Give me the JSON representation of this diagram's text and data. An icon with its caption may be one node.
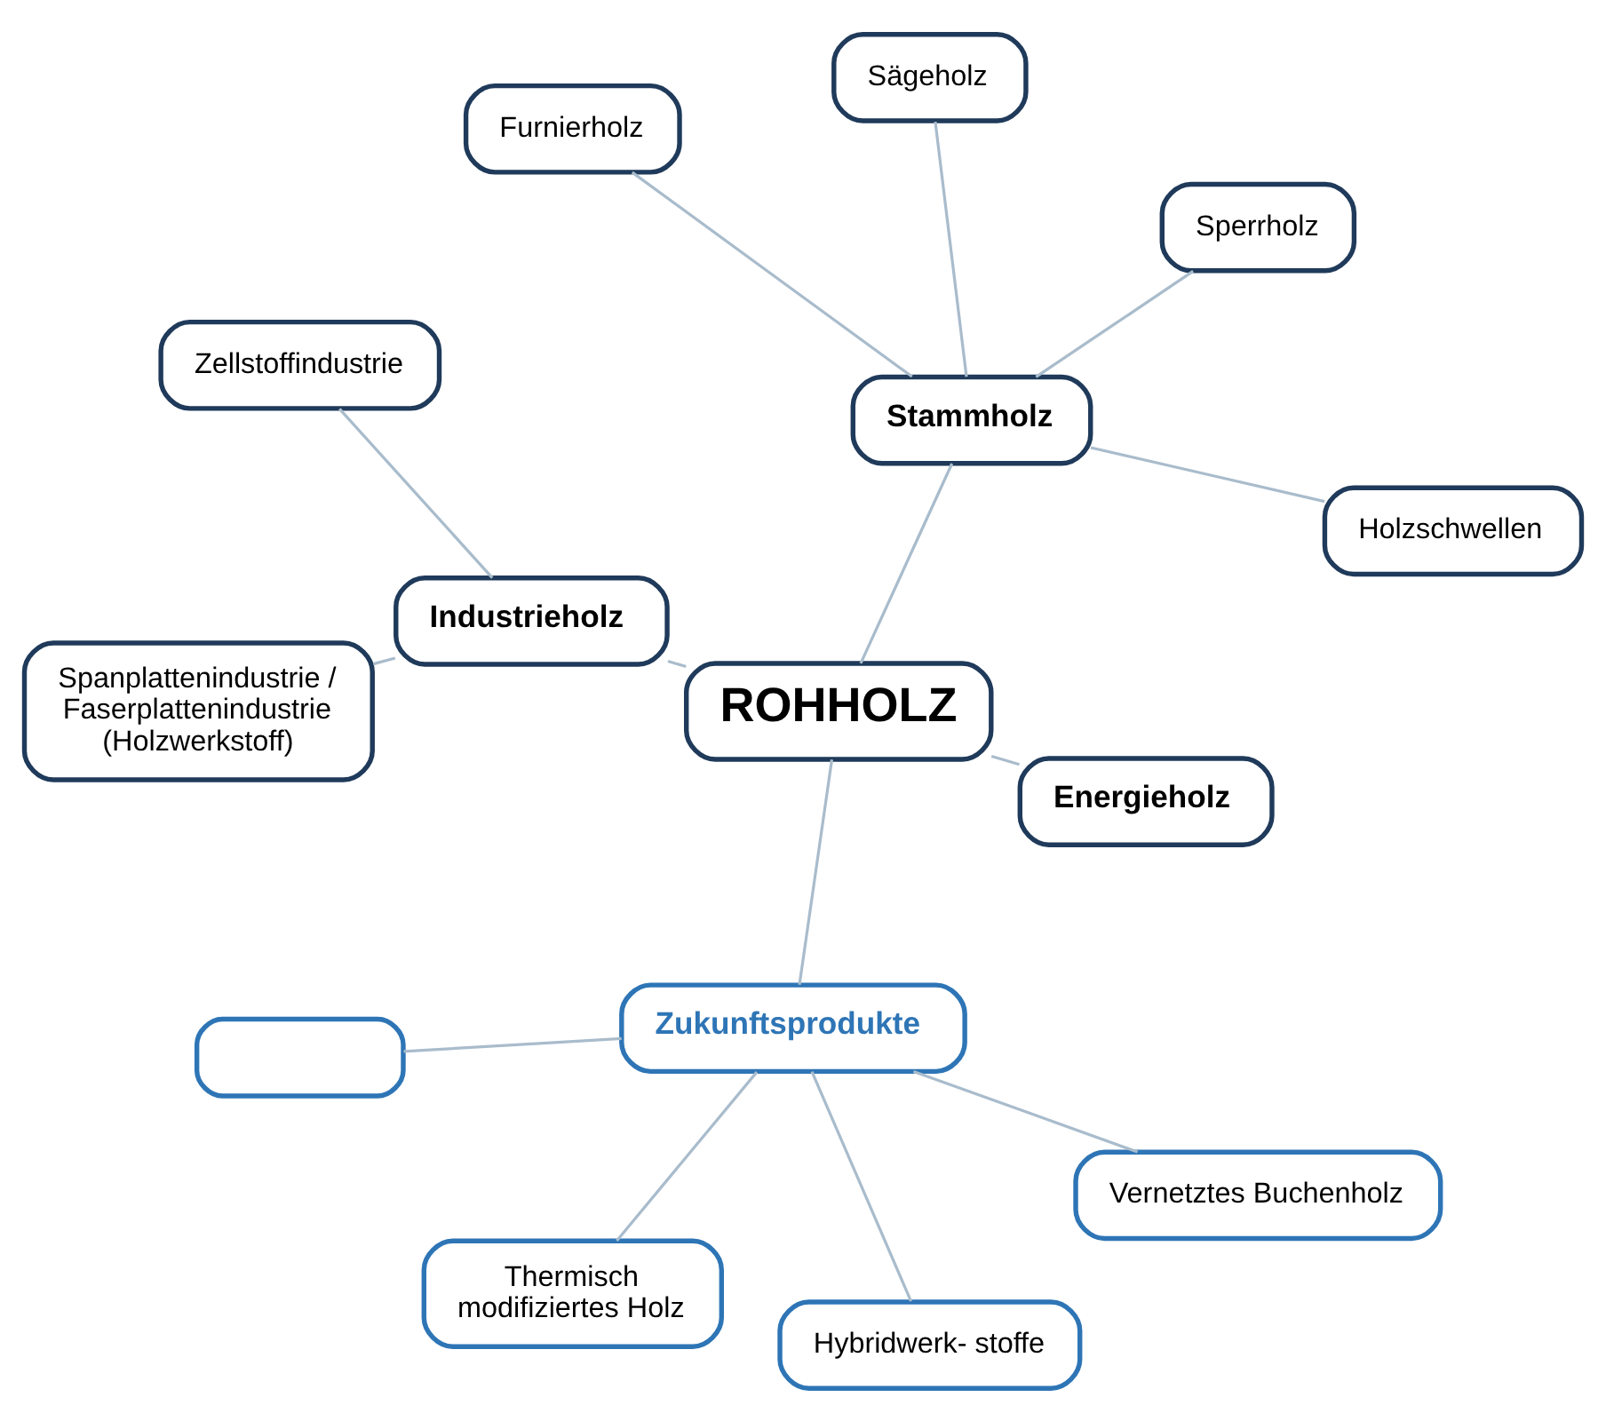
{
  "diagram": {
    "nodes": [
      {
        "text": [
          "ROHHOLZ"
        ]
      },
      {
        "text": [
          "Stammholz"
        ]
      },
      {
        "text": [
          "Holzschwellen"
        ]
      },
      {
        "text": [
          "Sperrholz"
        ]
      },
      {
        "text": [
          "Sägeholz"
        ]
      },
      {
        "text": [
          "Furnierholz"
        ]
      },
      {
        "text": [
          "Industrieholz"
        ]
      },
      {
        "text": [
          "Zellstoffindustrie"
        ]
      },
      {
        "text": [
          "Spanplattenindustrie / Faserplattenindustrie (Holzwerkstoff)"
        ]
      },
      {
        "text": [
          "Zukunftsprodukte"
        ]
      },
      {
        "text": [],
        "shape": "box"
      },
      {
        "text": [
          "Thermisch modifiziertes Holz"
        ]
      },
      {
        "text": [
          "Hybridwerk- stoffe"
        ]
      },
      {
        "text": [
          "Vernetztes Buchenholz"
        ]
      },
      {
        "text": [
          "Energieholz"
        ]
      }
    ],
    "edges": [
      {
        "from": 0,
        "to": 1,
        "arrow": "none"
      },
      {
        "from": 0,
        "to": 6,
        "arrow": "none"
      },
      {
        "from": 0,
        "to": 9,
        "arrow": "none"
      },
      {
        "from": 0,
        "to": 14,
        "arrow": "none"
      },
      {
        "from": 1,
        "to": 2,
        "arrow": "none"
      },
      {
        "from": 1,
        "to": 3,
        "arrow": "none"
      },
      {
        "from": 1,
        "to": 4,
        "arrow": "none"
      },
      {
        "from": 1,
        "to": 5,
        "arrow": "none"
      },
      {
        "from": 6,
        "to": 7,
        "arrow": "none"
      },
      {
        "from": 6,
        "to": 8,
        "arrow": "none"
      },
      {
        "from": 9,
        "to": 10,
        "arrow": "none"
      },
      {
        "from": 9,
        "to": 11,
        "arrow": "none"
      },
      {
        "from": 9,
        "to": 12,
        "arrow": "none"
      },
      {
        "from": 9,
        "to": 13,
        "arrow": "none"
      }
    ]
  }
}
